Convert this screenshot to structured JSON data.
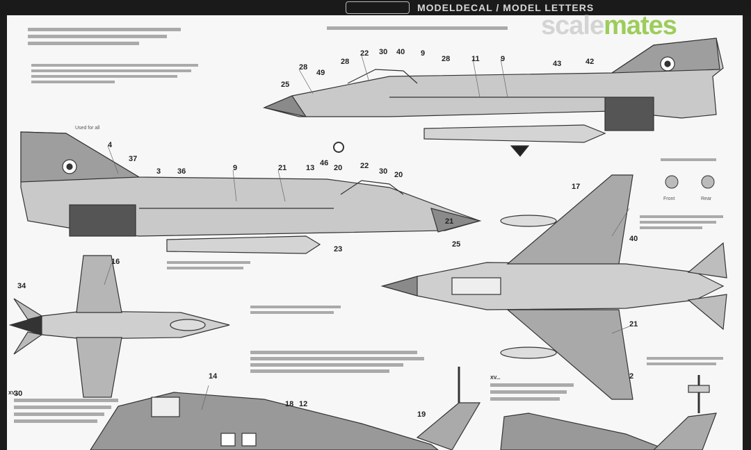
{
  "header": {
    "title": "MODELDECAL / MODEL LETTERS"
  },
  "watermark": {
    "part1": "scale",
    "part2": "mates",
    "color_gray": "#cfcfcf",
    "color_green": "#8dc63f"
  },
  "sheet_labels": {
    "legend_front": "Front",
    "legend_rear": "Rear",
    "note_left": "Used for all",
    "section_bottom_left": "XV...",
    "section_bottom_right": "XV..."
  },
  "callout_numbers": [
    "25",
    "28",
    "49",
    "28",
    "22",
    "30",
    "40",
    "9",
    "28",
    "11",
    "9",
    "43",
    "42",
    "4",
    "37",
    "3",
    "36",
    "9",
    "21",
    "13",
    "46",
    "20",
    "22",
    "30",
    "20",
    "17",
    "40",
    "21",
    "2",
    "16",
    "34",
    "30",
    "14",
    "18",
    "12",
    "19",
    "21",
    "25",
    "23"
  ]
}
